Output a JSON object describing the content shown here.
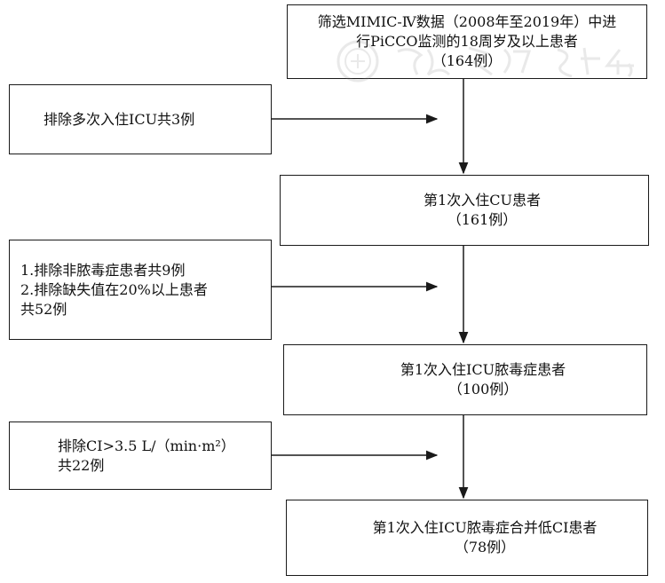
{
  "flowchart": {
    "screen_box": {
      "lines": [
        "筛选MIMIC-Ⅳ数据（2008年至2019年）中进",
        "行PiCCO监测的18周岁及以上患者",
        "（164例）"
      ]
    },
    "exclusion_1": {
      "lines": [
        "排除多次入住ICU共3例"
      ]
    },
    "first_icu_box": {
      "lines": [
        "第1次入住CU患者",
        "（161例）"
      ]
    },
    "exclusion_2": {
      "lines": [
        "1.排除非脓毒症患者共9例",
        "2.排除缺失值在20%以上患者",
        "共52例"
      ]
    },
    "first_icu_sepsis_box": {
      "lines": [
        "第1次入住ICU脓毒症患者",
        "（100例）"
      ]
    },
    "exclusion_3": {
      "lines": [
        "排除CI>3.5 L/（min·m²）",
        "共22例"
      ]
    },
    "final_box": {
      "lines": [
        "第1次入住ICU脓毒症合并低CI患者",
        "（78例）"
      ]
    }
  },
  "colors": {
    "line": "#1a1a1a",
    "background": "#ffffff",
    "text": "#111111",
    "watermark": "#888888"
  }
}
